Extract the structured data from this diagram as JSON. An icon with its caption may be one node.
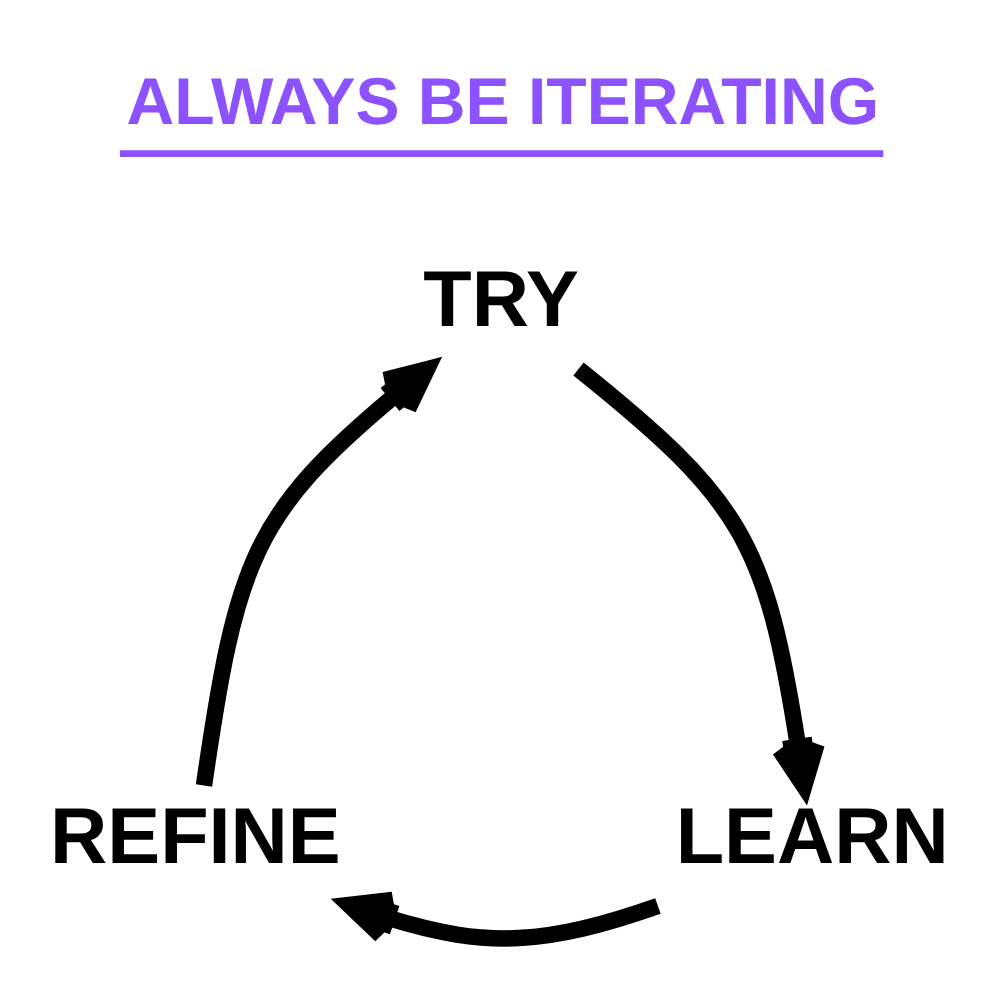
{
  "diagram": {
    "title": "ALWAYS BE ITERATING",
    "nodes": [
      {
        "text": [
          "TRY"
        ]
      },
      {
        "text": [
          "LEARN"
        ]
      },
      {
        "text": [
          "REFINE"
        ]
      }
    ],
    "edges": [
      {
        "from": 0,
        "to": 1,
        "arrow": "to"
      },
      {
        "from": 1,
        "to": 2,
        "arrow": "to"
      },
      {
        "from": 2,
        "to": 0,
        "arrow": "to"
      }
    ]
  }
}
